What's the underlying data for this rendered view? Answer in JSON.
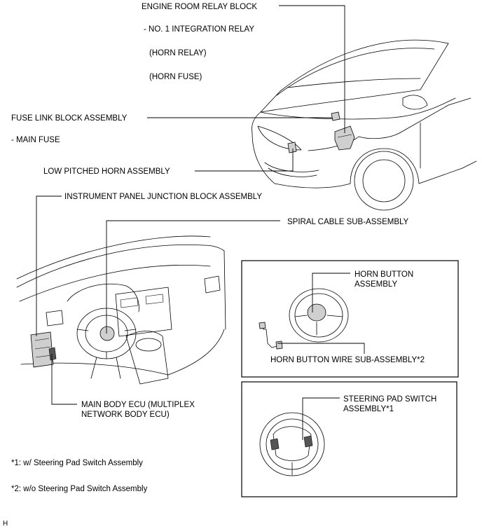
{
  "labels": {
    "engine_room_relay_block": "ENGINE ROOM RELAY BLOCK",
    "integration_relay": "- NO. 1 INTEGRATION RELAY",
    "horn_relay": "(HORN RELAY)",
    "horn_fuse": "(HORN FUSE)",
    "fuse_link_block": "FUSE LINK BLOCK ASSEMBLY",
    "main_fuse": "- MAIN FUSE",
    "low_pitched_horn": "LOW PITCHED HORN ASSEMBLY",
    "instrument_panel_jb": "INSTRUMENT PANEL JUNCTION BLOCK ASSEMBLY",
    "spiral_cable": "SPIRAL CABLE SUB-ASSEMBLY",
    "main_body_ecu_line1": "MAIN BODY ECU (MULTIPLEX",
    "main_body_ecu_line2": "NETWORK BODY ECU)",
    "horn_button_line1": "HORN BUTTON",
    "horn_button_line2": "ASSEMBLY",
    "horn_button_wire": "HORN BUTTON WIRE SUB-ASSEMBLY*2",
    "steering_pad_line1": "STEERING PAD SWITCH",
    "steering_pad_line2": "ASSEMBLY*1"
  },
  "notes": {
    "note1": "*1: w/ Steering Pad Switch Assembly",
    "note2": "*2: w/o Steering Pad Switch Assembly"
  },
  "corner_mark": "H"
}
